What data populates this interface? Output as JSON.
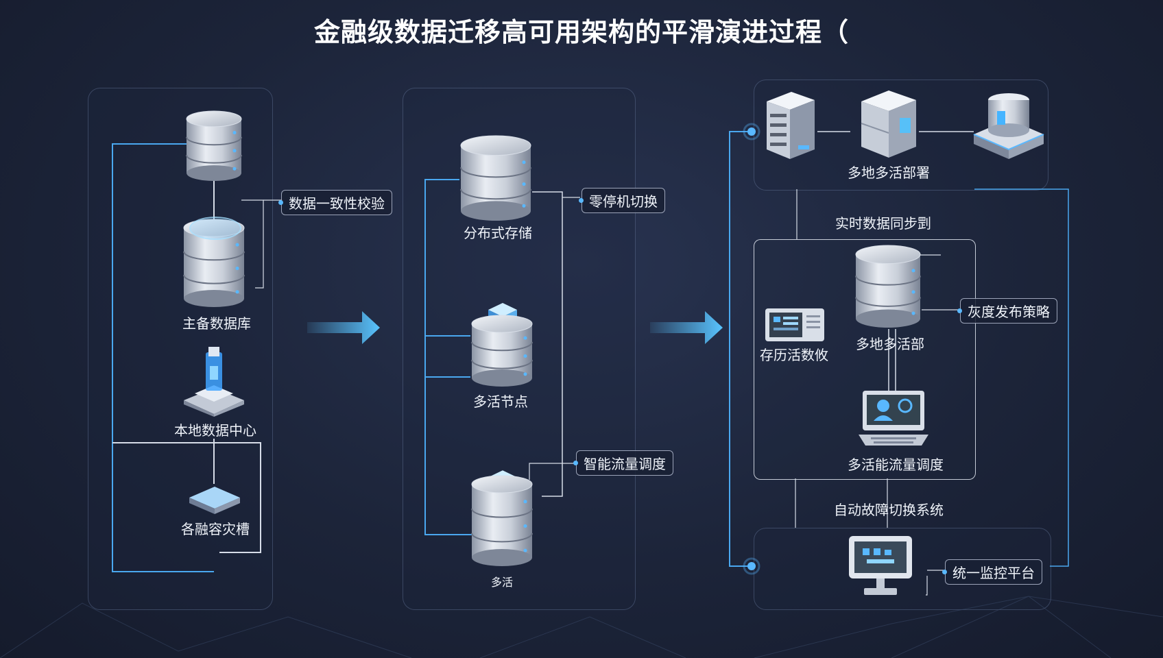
{
  "title": "金融级数据迁移高可用架构的平滑演进过程（",
  "colors": {
    "accent": "#59b8ff",
    "panel_border": "#7b8cb4",
    "line_white": "#d7dde8",
    "line_blue": "#4aa8f0"
  },
  "stage1": {
    "labels": {
      "primary_db": "主备数据库",
      "local_dc": "本地数据中心",
      "dr": "各融容灾槽"
    },
    "tags": {
      "consistency": "数据一致性校验"
    }
  },
  "stage2": {
    "labels": {
      "distributed_storage": "分布式存储",
      "active_node": "多活节点",
      "active": "多活"
    },
    "tags": {
      "zero_downtime": "零停机切换",
      "smart_traffic": "智能流量调度"
    }
  },
  "stage3": {
    "labels": {
      "multi_site_deploy": "多地多活部署",
      "realtime_sync": "实时数据同步㓻",
      "multi_site_part": "多地多活部",
      "store_active": "存历活数攸",
      "active_traffic": "多活能流量调度",
      "auto_failover": "自动故障切换系统"
    },
    "tags": {
      "gray_release": "灰度发布策略",
      "monitor": "统一监控平台"
    }
  },
  "icons": [
    "database-icon",
    "server-icon",
    "monitor-icon",
    "chip-icon",
    "arrow-right-icon"
  ]
}
